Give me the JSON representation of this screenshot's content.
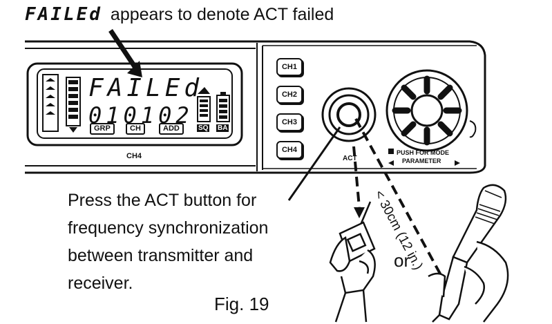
{
  "caption": {
    "failed_display": "FAILEd",
    "text": "appears to denote ACT failed"
  },
  "lcd": {
    "message": "FAILEd",
    "number": "010102",
    "buttons": [
      "GRP",
      "CH",
      "ADD"
    ],
    "sq_label": "SQ",
    "ba_label": "BA",
    "channel": "CH4"
  },
  "channel_buttons": [
    "CH1",
    "CH2",
    "CH3",
    "CH4"
  ],
  "act_label": "ACT",
  "knob_label": {
    "line1": "PUSH FOR MODE",
    "line2": "PARAMETER"
  },
  "instruction": {
    "line1": "Press the ACT button for",
    "line2": "frequency synchronization",
    "line3": "between transmitter and",
    "line4": "receiver."
  },
  "or_text": "or",
  "distance_text": "< 30cm (12 in.)",
  "figure_caption": "Fig. 19"
}
